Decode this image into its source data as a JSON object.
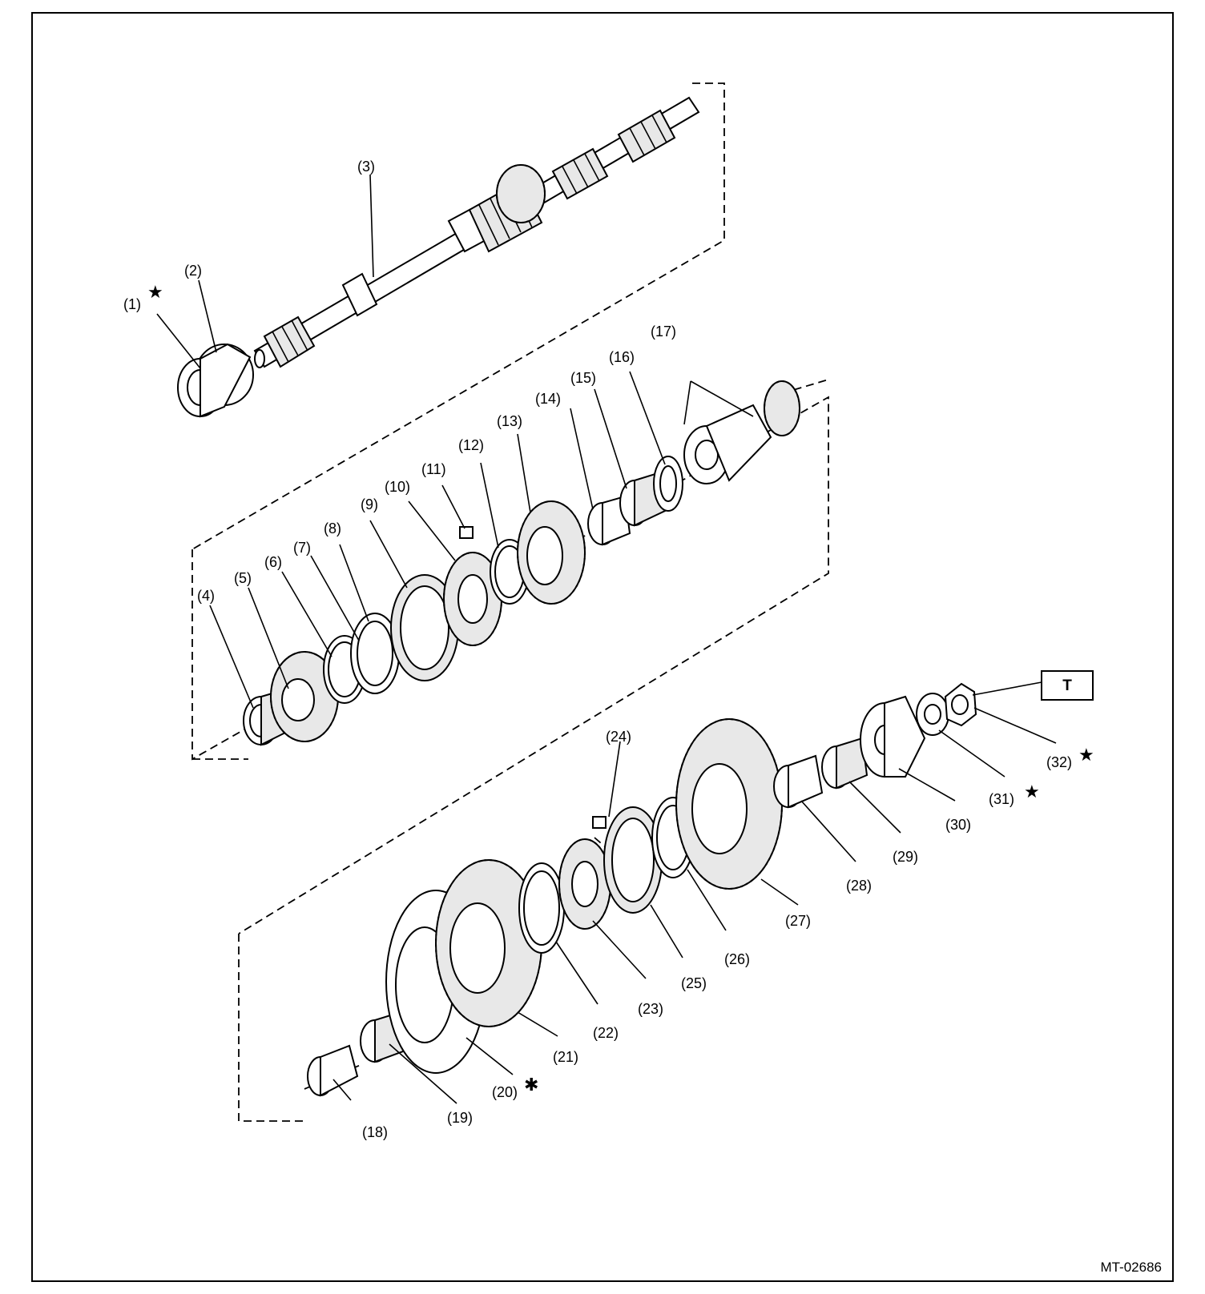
{
  "labels": {
    "p1": "(1)",
    "p2": "(2)",
    "p3": "(3)",
    "p4": "(4)",
    "p5": "(5)",
    "p6": "(6)",
    "p7": "(7)",
    "p8": "(8)",
    "p9": "(9)",
    "p10": "(10)",
    "p11": "(11)",
    "p12": "(12)",
    "p13": "(13)",
    "p14": "(14)",
    "p15": "(15)",
    "p16": "(16)",
    "p17": "(17)",
    "p18": "(18)",
    "p19": "(19)",
    "p20": "(20)",
    "p21": "(21)",
    "p22": "(22)",
    "p23": "(23)",
    "p24": "(24)",
    "p25": "(25)",
    "p26": "(26)",
    "p27": "(27)",
    "p28": "(28)",
    "p29": "(29)",
    "p30": "(30)",
    "p31": "(31)",
    "p32": "(32)"
  },
  "torque_box": "T",
  "reference_code": "MT-02686",
  "marks": {
    "star": "★",
    "asterisk": "✱"
  }
}
